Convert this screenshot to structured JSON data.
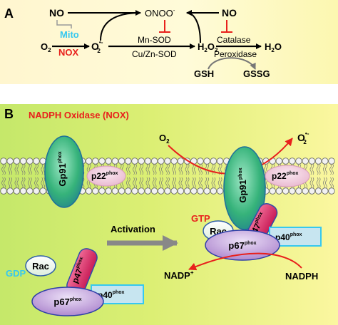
{
  "panel_a": {
    "letter": "A",
    "no_left": "NO",
    "onoo": "ONOO",
    "onoo_sup": "-",
    "no_right": "NO",
    "mito": "Mito",
    "nox": "NOX",
    "o2": "O",
    "o2_sub": "2",
    "superoxide": "O",
    "superoxide_sup": "•-",
    "superoxide_sub": "2",
    "mn_sod": "Mn-SOD",
    "cuzn_sod": "Cu/Zn-SOD",
    "h2o2_a": "H",
    "h2o2_b": "O",
    "h2o2_sub": "2",
    "catalase": "Catalase",
    "peroxidase": "Peroxidase",
    "h2o_a": "H",
    "h2o_b": "O",
    "h2o_sub": "2",
    "gsh": "GSH",
    "gssg": "GSSG"
  },
  "panel_b": {
    "letter": "B",
    "title": "NADPH Oxidase (NOX)",
    "o2": "O",
    "o2_sub": "2",
    "superoxide": "O",
    "superoxide_sup": "•-",
    "superoxide_sub": "2",
    "gp91": "Gp91",
    "p22": "p22",
    "phox": "phox",
    "gtp": "GTP",
    "gdp": "GDP",
    "rac": "Rac",
    "p47": "p47",
    "p67": "p67",
    "p40": "p40",
    "activation": "Activation",
    "nadp_plus": "NADP",
    "nadp_plus_sup": "+",
    "nadph": "NADPH"
  },
  "colors": {
    "red": "#e8201c",
    "cyan": "#36c8f0",
    "membrane_head": "#f2f2f2",
    "gp91_fill": "#36b37a",
    "p22_fill": "#f2c4d8",
    "p47_fill": "#e8356a",
    "p67_fill": "#b58ed6",
    "arrow_gray": "#888888"
  }
}
